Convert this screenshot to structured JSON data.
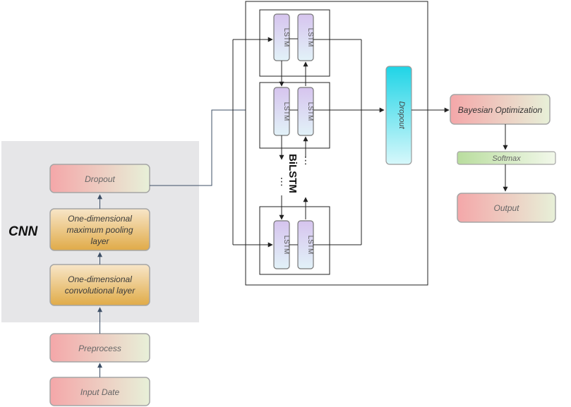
{
  "cnn": {
    "label": "CNN",
    "dropout": "Dropout",
    "pooling": [
      "One-dimensional",
      "maximum pooling",
      "layer"
    ],
    "conv": [
      "One-dimensional",
      "convolutional layer"
    ]
  },
  "preprocess": "Preprocess",
  "input": "Input Date",
  "bilstm": {
    "label": "BiLSTM",
    "cell": "LSTM",
    "ellipsis": "⋮"
  },
  "dropout2": "Dropout",
  "bayes": "Bayesian Optimization",
  "softmax": "Softmax",
  "output": "Output",
  "colors": {
    "cnn_bg": "#e6e6e8",
    "pink_green_left": "#f4a7a9",
    "pink_green_right": "#e4efd3",
    "orange_top": "#f7e1be",
    "orange_bottom": "#e0ad4d",
    "lstm_top": "#d9c8ef",
    "lstm_bottom": "#dff0f6",
    "dropout_top": "#1cd6e6",
    "dropout_bottom": "#cdf6fa",
    "softmax_left": "#bfe0a6",
    "softmax_right": "#eef6e2"
  }
}
